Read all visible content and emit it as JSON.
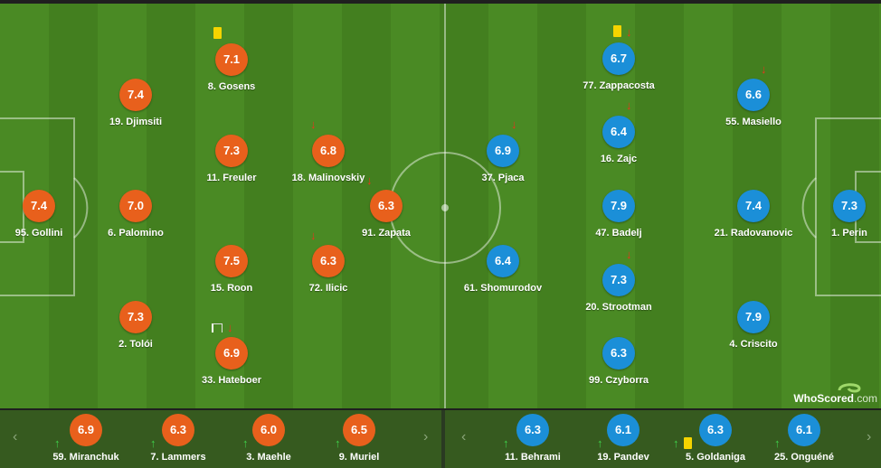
{
  "brand": {
    "name": "WhoScored",
    "domain": ".com"
  },
  "colors": {
    "home": "#e8601c",
    "away": "#1b8fd8",
    "yellow_card": "#f5d400",
    "sub_off": "#e8341c",
    "sub_on": "#3fd14a"
  },
  "home": {
    "starters": [
      {
        "rating": "7.1",
        "name": "8. Gosens"
      },
      {
        "rating": "7.4",
        "name": "19. Djimsiti"
      },
      {
        "rating": "7.3",
        "name": "11. Freuler"
      },
      {
        "rating": "6.8",
        "name": "18. Malinovskiy"
      },
      {
        "rating": "7.4",
        "name": "95. Gollini"
      },
      {
        "rating": "7.0",
        "name": "6. Palomino"
      },
      {
        "rating": "6.3",
        "name": "91. Zapata"
      },
      {
        "rating": "7.5",
        "name": "15. Roon"
      },
      {
        "rating": "6.3",
        "name": "72. Ilicic"
      },
      {
        "rating": "7.3",
        "name": "2. Tolói"
      },
      {
        "rating": "6.9",
        "name": "33. Hateboer"
      }
    ],
    "subs": [
      {
        "rating": "6.9",
        "name": "59. Miranchuk"
      },
      {
        "rating": "6.3",
        "name": "7. Lammers"
      },
      {
        "rating": "6.0",
        "name": "3. Maehle"
      },
      {
        "rating": "6.5",
        "name": "9. Muriel"
      }
    ]
  },
  "away": {
    "starters": [
      {
        "rating": "6.7",
        "name": "77. Zappacosta"
      },
      {
        "rating": "6.6",
        "name": "55. Masiello"
      },
      {
        "rating": "6.4",
        "name": "16. Zajc"
      },
      {
        "rating": "6.9",
        "name": "37. Pjaca"
      },
      {
        "rating": "7.9",
        "name": "47. Badelj"
      },
      {
        "rating": "7.4",
        "name": "21. Radovanovic"
      },
      {
        "rating": "7.3",
        "name": "1. Perin"
      },
      {
        "rating": "6.4",
        "name": "61. Shomurodov"
      },
      {
        "rating": "7.3",
        "name": "20. Strootman"
      },
      {
        "rating": "7.9",
        "name": "4. Criscito"
      },
      {
        "rating": "6.3",
        "name": "99. Czyborra"
      }
    ],
    "subs": [
      {
        "rating": "6.3",
        "name": "11. Behrami"
      },
      {
        "rating": "6.1",
        "name": "19. Pandev"
      },
      {
        "rating": "6.3",
        "name": "5. Goldaniga"
      },
      {
        "rating": "6.1",
        "name": "25. Onguéné"
      }
    ]
  },
  "icons": {
    "sub_off": "↓",
    "sub_on": "↑",
    "prev": "‹",
    "next": "›"
  }
}
